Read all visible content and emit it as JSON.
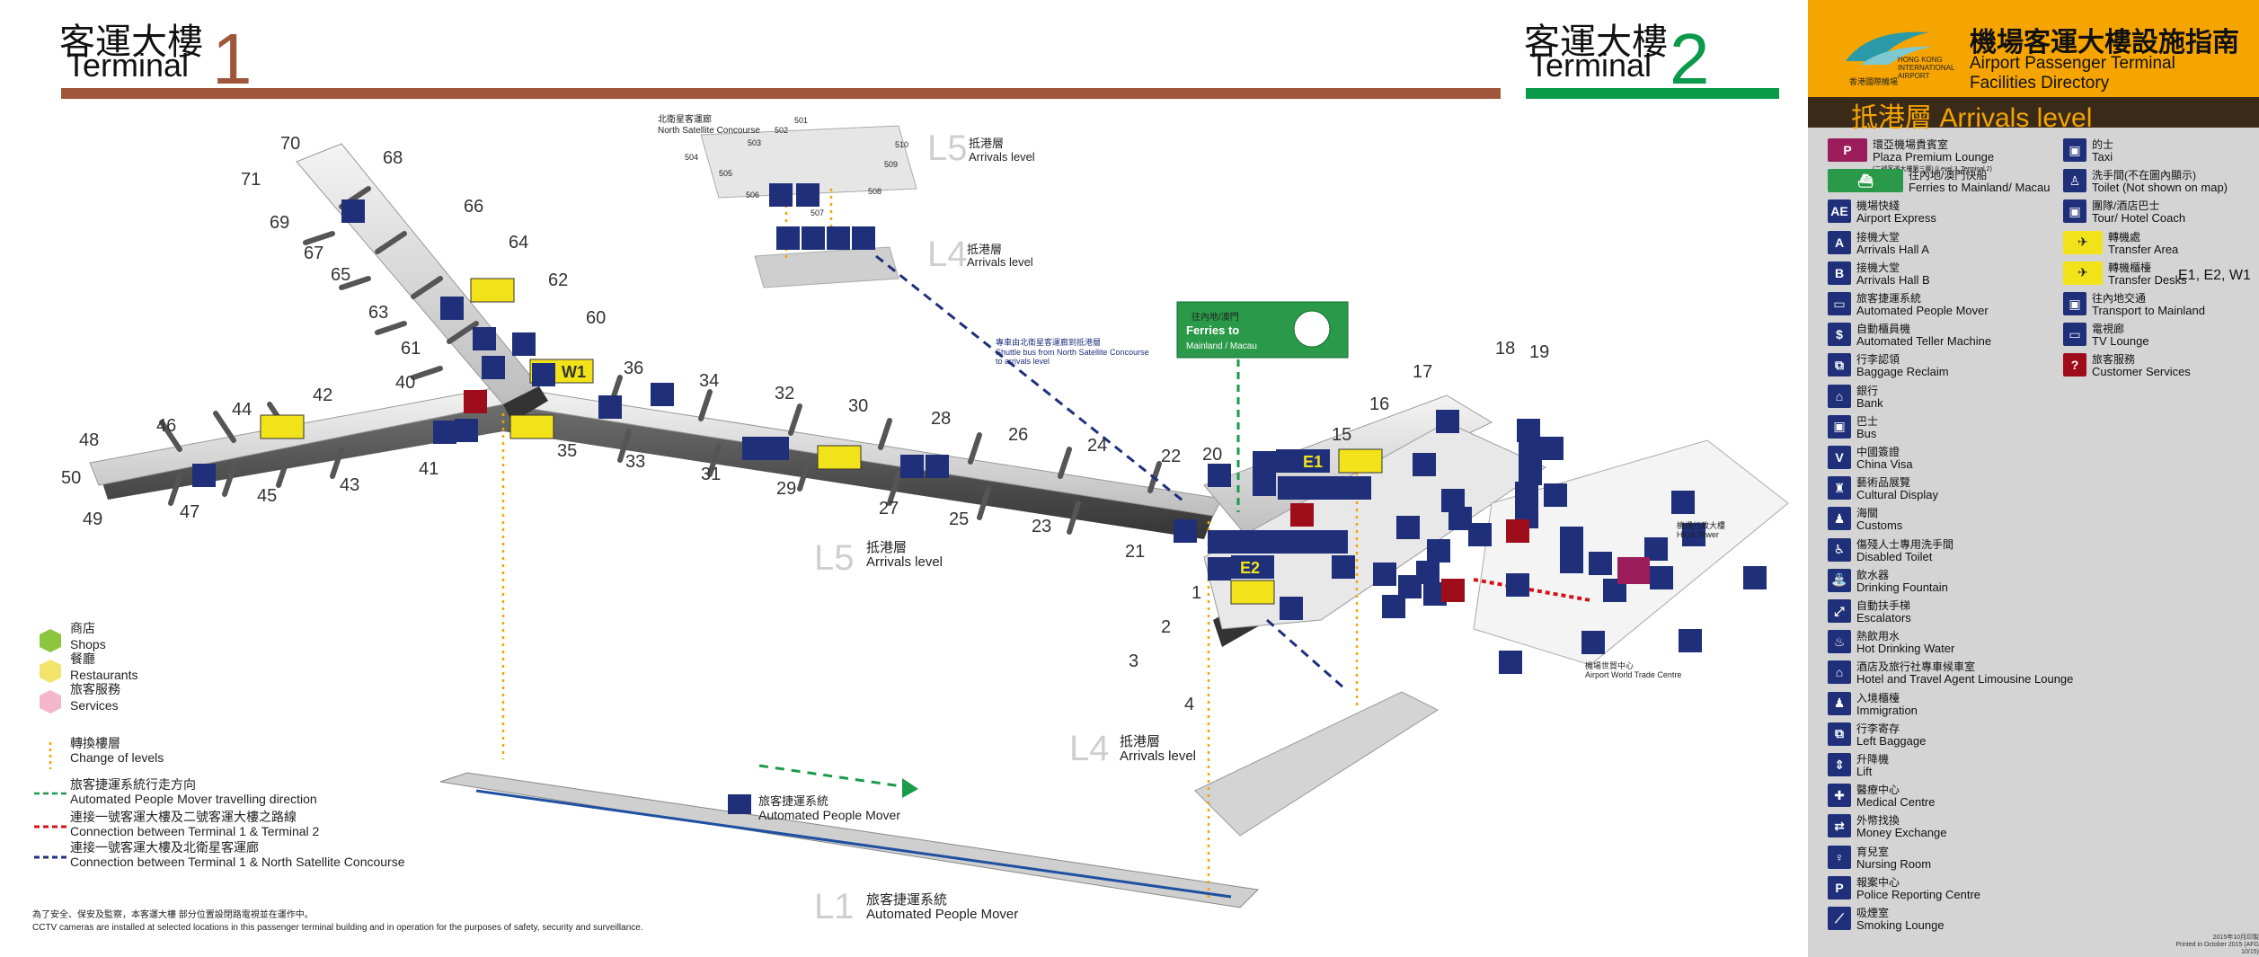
{
  "terminal1": {
    "zh": "客運大樓",
    "en": "Terminal",
    "num": "1"
  },
  "terminal2": {
    "zh": "客運大樓",
    "en": "Terminal",
    "num": "2"
  },
  "directory": {
    "logo_zh": "香港國際機場",
    "logo_en": "HONG KONG INTERNATIONAL AIRPORT",
    "title_zh": "機場客運大樓設施指南",
    "title_en1": "Airport Passenger Terminal",
    "title_en2": "Facilities Directory",
    "level": "抵港層 Arrivals level",
    "col1": [
      {
        "icon": "plaza-premium-lounge-icon",
        "glyph": "P",
        "zh": "環亞機場貴賓室",
        "en": "Plaza Premium Lounge",
        "note": "(二號客運大樓第三層) (Level 3, Terminal 2)"
      },
      {
        "icon": "ferries-icon",
        "glyph": "⛴",
        "zh": "往內地/澳門快船",
        "en": "Ferries to Mainland/ Macau"
      },
      {
        "icon": "airport-express-icon",
        "glyph": "AE",
        "zh": "機場快綫",
        "en": "Airport Express"
      },
      {
        "icon": "arrivals-hall-a-icon",
        "glyph": "A",
        "zh": "接機大堂",
        "en": "Arrivals Hall A"
      },
      {
        "icon": "arrivals-hall-b-icon",
        "glyph": "B",
        "zh": "接機大堂",
        "en": "Arrivals Hall B"
      },
      {
        "icon": "automated-people-mover-icon",
        "glyph": "▭",
        "zh": "旅客捷運系統",
        "en": "Automated People Mover"
      },
      {
        "icon": "atm-icon",
        "glyph": "$",
        "zh": "自動櫃員機",
        "en": "Automated Teller Machine"
      },
      {
        "icon": "baggage-reclaim-icon",
        "glyph": "⧉",
        "zh": "行李認領",
        "en": "Baggage Reclaim"
      },
      {
        "icon": "bank-icon",
        "glyph": "⌂",
        "zh": "銀行",
        "en": "Bank"
      },
      {
        "icon": "bus-icon",
        "glyph": "▣",
        "zh": "巴士",
        "en": "Bus"
      },
      {
        "icon": "china-visa-icon",
        "glyph": "V",
        "zh": "中國簽證",
        "en": "China Visa"
      },
      {
        "icon": "cultural-display-icon",
        "glyph": "♜",
        "zh": "藝術品展覽",
        "en": "Cultural Display"
      },
      {
        "icon": "customs-icon",
        "glyph": "♟",
        "zh": "海關",
        "en": "Customs"
      },
      {
        "icon": "disabled-toilet-icon",
        "glyph": "♿",
        "zh": "傷殘人士專用洗手間",
        "en": "Disabled Toilet"
      },
      {
        "icon": "drinking-fountain-icon",
        "glyph": "⛲",
        "zh": "飲水器",
        "en": "Drinking Fountain"
      },
      {
        "icon": "escalators-icon",
        "glyph": "⤢",
        "zh": "自動扶手梯",
        "en": "Escalators"
      },
      {
        "icon": "hot-drinking-water-icon",
        "glyph": "♨",
        "zh": "熱飲用水",
        "en": "Hot Drinking Water"
      },
      {
        "icon": "hotel-travel-agent-icon",
        "glyph": "⌂",
        "zh": "酒店及旅行社專車候車室",
        "en": "Hotel and Travel Agent Limousine Lounge"
      },
      {
        "icon": "immigration-icon",
        "glyph": "♟",
        "zh": "入境櫃檯",
        "en": "Immigration"
      },
      {
        "icon": "left-baggage-icon",
        "glyph": "⧉",
        "zh": "行李寄存",
        "en": "Left Baggage"
      },
      {
        "icon": "lift-icon",
        "glyph": "⇕",
        "zh": "升降機",
        "en": "Lift"
      },
      {
        "icon": "medical-centre-icon",
        "glyph": "✚",
        "zh": "醫療中心",
        "en": "Medical Centre"
      },
      {
        "icon": "money-exchange-icon",
        "glyph": "⇄",
        "zh": "外幣找換",
        "en": "Money Exchange"
      },
      {
        "icon": "nursing-room-icon",
        "glyph": "♀",
        "zh": "育兒室",
        "en": "Nursing Room"
      },
      {
        "icon": "police-icon",
        "glyph": "P",
        "zh": "報案中心",
        "en": "Police Reporting Centre"
      },
      {
        "icon": "smoking-lounge-icon",
        "glyph": "⟋",
        "zh": "吸煙室",
        "en": "Smoking Lounge"
      }
    ],
    "col2": [
      {
        "icon": "taxi-icon",
        "glyph": "▣",
        "zh": "的士",
        "en": "Taxi"
      },
      {
        "icon": "toilet-icon",
        "glyph": "♙",
        "zh": "洗手間(不在圖內顯示)",
        "en": "Toilet (Not shown on map)"
      },
      {
        "icon": "tour-hotel-coach-icon",
        "glyph": "▣",
        "zh": "團隊/酒店巴士",
        "en": "Tour/ Hotel Coach"
      },
      {
        "icon": "transfer-area-icon",
        "glyph": "✈",
        "zh": "轉機處",
        "en": "Transfer Area"
      },
      {
        "icon": "transfer-desks-icon",
        "glyph": "✈",
        "zh": "轉機櫃檯",
        "en": "Transfer Desks"
      },
      {
        "icon": "transport-mainland-icon",
        "glyph": "▣",
        "zh": "往內地交通",
        "en": "Transport to Mainland"
      },
      {
        "icon": "tv-lounge-icon",
        "glyph": "▭",
        "zh": "電視廊",
        "en": "TV Lounge"
      },
      {
        "icon": "customer-services-icon",
        "glyph": "?",
        "zh": "旅客服務",
        "en": "Customer Services"
      }
    ],
    "transfer_codes": "E1, E2, W1",
    "date_zh": "2015年10月印製",
    "date_en": "Printed in October 2015 (AFG 10/15)"
  },
  "map": {
    "gates": [
      "70",
      "68",
      "71",
      "69",
      "66",
      "67",
      "64",
      "65",
      "62",
      "63",
      "60",
      "61",
      "40",
      "36",
      "34",
      "32",
      "30",
      "28",
      "26",
      "24",
      "22",
      "20",
      "44",
      "42",
      "46",
      "48",
      "50",
      "49",
      "47",
      "45",
      "43",
      "41",
      "35",
      "33",
      "31",
      "29",
      "27",
      "25",
      "23",
      "21",
      "1",
      "2",
      "3",
      "4",
      "15",
      "16",
      "17",
      "18",
      "19"
    ],
    "levels": {
      "l5_top": {
        "code": "L5",
        "zh": "抵港層",
        "en": "Arrivals level"
      },
      "l4_top": {
        "code": "L4",
        "zh": "抵港層",
        "en": "Arrivals level"
      },
      "l5_mid": {
        "code": "L5",
        "zh": "抵港層",
        "en": "Arrivals level"
      },
      "l4_mid": {
        "code": "L4",
        "zh": "抵港層",
        "en": "Arrivals level"
      },
      "l1": {
        "code": "L1",
        "zh": "旅客捷運系統",
        "en": "Automated People Mover"
      }
    },
    "north_satellite": {
      "zh": "北衛星客運廊",
      "en": "North Satellite Concourse",
      "gates": [
        "501",
        "502",
        "503",
        "504",
        "505",
        "506",
        "507",
        "508",
        "509",
        "510"
      ]
    },
    "shuttle_bus": {
      "zh": "專車由北衛星客運廊到抵港層",
      "en1": "Shuttle bus from North Satellite Concourse",
      "en2": "to arrivals level"
    },
    "ferries_sign": {
      "zh": "往內地/澳門",
      "en1": "Ferries to",
      "en2": "Mainland / Macau"
    },
    "apm_label": {
      "zh": "旅客捷運系統",
      "en": "Automated People Mover"
    },
    "transfer_labels": [
      "W1",
      "E1",
      "E2"
    ],
    "building_labels": {
      "skyplaza_zh": "機場世貿中心",
      "skyplaza_en": "Airport World Trade Centre",
      "hkba_zh": "機場行政大樓",
      "hkba_en": "HKIA Tower"
    }
  },
  "legend": [
    {
      "zh": "商店",
      "en": "Shops",
      "color": "#8cc63f"
    },
    {
      "zh": "餐廳",
      "en": "Restaurants",
      "color": "#f2e36a"
    },
    {
      "zh": "旅客服務",
      "en": "Services",
      "color": "#f4b6cc"
    },
    {
      "zh": "轉換樓層",
      "en": "Change of levels",
      "color": "#f5a400"
    },
    {
      "zh": "旅客捷運系統行走方向",
      "en": "Automated People Mover travelling direction",
      "color": "#1a9a4a"
    },
    {
      "zh": "連接一號客運大樓及二號客運大樓之路線",
      "en": "Connection between Terminal 1 & Terminal 2",
      "color": "#d0141a"
    },
    {
      "zh": "連接一號客運大樓及北衛星客運廊",
      "en": "Connection between Terminal 1 & North Satellite Concourse",
      "color": "#1f2f7a"
    }
  ],
  "cctv_note": {
    "zh": "為了安全、保安及監察，本客運大樓 部分位置設閉路電視並在運作中。",
    "en": "CCTV cameras are installed at selected locations in this passenger terminal building and in operation for the purposes of safety, security and surveillance."
  }
}
